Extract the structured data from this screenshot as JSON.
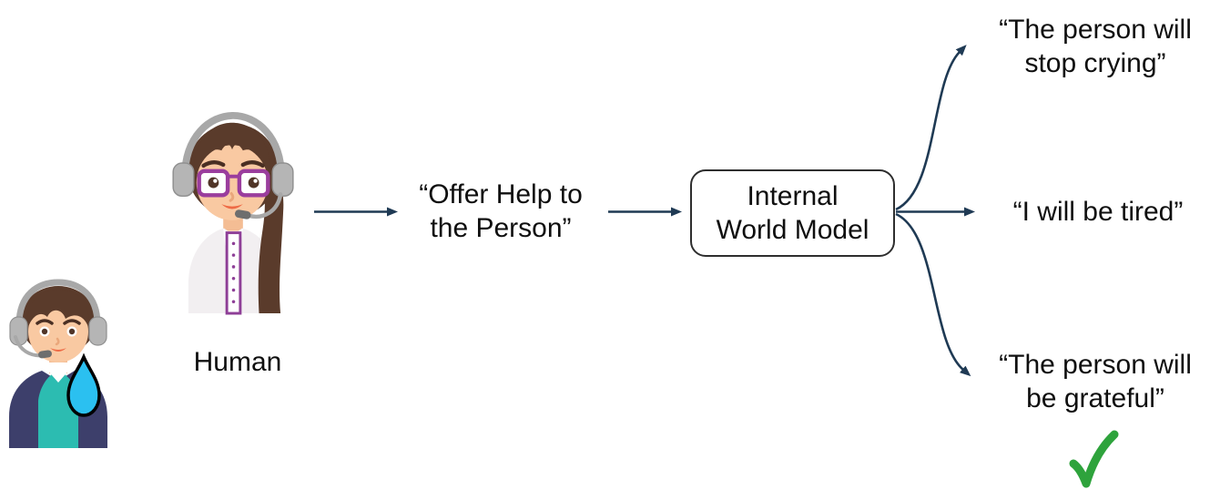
{
  "colors": {
    "background": "#ffffff",
    "arrow": "#1f3a54",
    "text": "#0f0f0f",
    "box_border": "#2e2e2e",
    "check_green": "#2ea33c"
  },
  "actors": {
    "crying_person": {
      "icon": "crying-person-with-headset-icon",
      "tear_color": "#2bc0f0"
    },
    "human": {
      "icon": "female-support-agent-icon",
      "label": "Human"
    }
  },
  "flow": {
    "action": {
      "lines": [
        "“Offer Help to",
        "the Person”"
      ]
    },
    "model_box": {
      "lines": [
        "Internal",
        "World Model"
      ]
    },
    "outcomes": [
      {
        "lines": [
          "“The person will",
          "stop crying”"
        ],
        "selected": false
      },
      {
        "lines": [
          "“I will be tired”",
          ""
        ],
        "selected": false
      },
      {
        "lines": [
          "“The person will",
          "be grateful”"
        ],
        "selected": true,
        "marker_icon": "green-checkmark-icon"
      }
    ]
  }
}
